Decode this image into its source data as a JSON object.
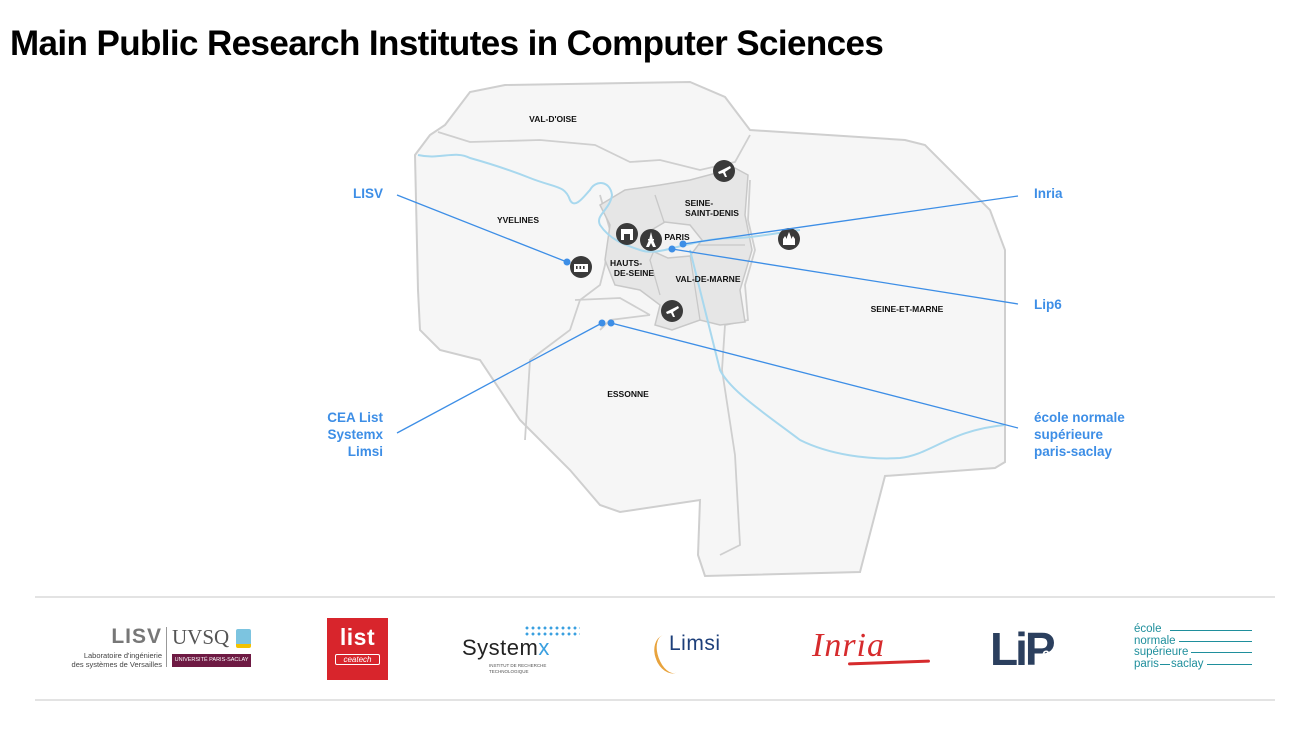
{
  "title": "Main Public Research Institutes in Computer Sciences",
  "colors": {
    "accent": "#3d8ee6",
    "river": "#a8d8ee",
    "border": "#cfcfcf",
    "map_fill": "#f6f6f6",
    "icon": "#3a3a3a",
    "list_red": "#d8252c",
    "inria_red": "#d62b2d",
    "lip_navy": "#2b3f5e",
    "ens_teal": "#1f8f9c",
    "uvsq_maroon": "#6e1a43"
  },
  "regions": {
    "val_doise": "VAL-D'OISE",
    "yvelines": "YVELINES",
    "seine_saint_denis_1": "SEINE-",
    "seine_saint_denis_2": "SAINT-DENIS",
    "paris": "PARIS",
    "hauts_de_seine_1": "HAUTS-",
    "hauts_de_seine_2": "DE-SEINE",
    "val_de_marne": "VAL-DE-MARNE",
    "seine_et_marne": "SEINE-ET-MARNE",
    "essonne": "ESSONNE"
  },
  "institutes": {
    "lisv": "LISV",
    "inria": "Inria",
    "lip6": "Lip6",
    "cea_list": "CEA List",
    "systemx": "Systemx",
    "limsi": "Limsi",
    "ens_1": "école normale",
    "ens_2": "supérieure",
    "ens_3": "paris-saclay"
  },
  "icons": [
    "airplane-icon",
    "arc-de-triomphe-icon",
    "eiffel-tower-icon",
    "disney-castle-icon",
    "palace-versailles-icon"
  ],
  "logos": {
    "lisv": {
      "acronym": "LISV",
      "line1": "Laboratoire d'ingénierie",
      "line2": "des systèmes de Versailles",
      "uvsq": "UVSQ",
      "uvsq_band": "UNIVERSITÉ PARIS-SACLAY"
    },
    "list": {
      "main": "list",
      "sub": "ceatech"
    },
    "systemx": {
      "main": "System",
      "x": "x",
      "sub1": "INSTITUT DE RECHERCHE",
      "sub2": "TECHNOLOGIQUE"
    },
    "limsi": {
      "main": "Limsi"
    },
    "inria": {
      "main": "Inria"
    },
    "lip": {
      "main": "LiP",
      "six": "6"
    },
    "ens": {
      "l1": "école",
      "l2": "normale",
      "l3": "supérieure",
      "l4": "paris",
      "l5": "saclay"
    }
  }
}
